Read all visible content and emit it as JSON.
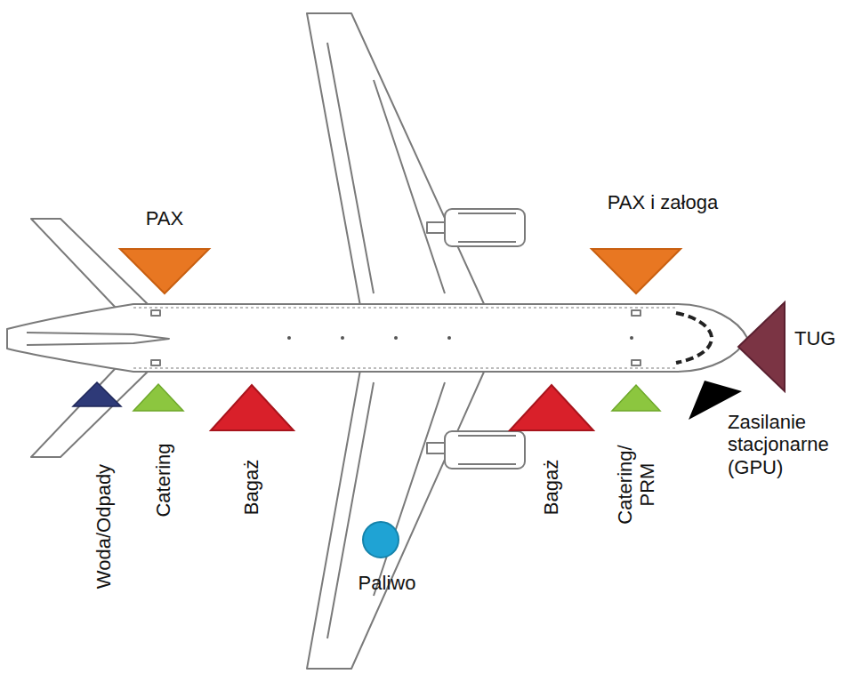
{
  "diagram": {
    "labels": [
      "PAX",
      "PAX i załoga",
      "TUG",
      "Zasilanie stacjonarne (GPU)",
      "Woda/Odpady",
      "Catering",
      "Bagaż",
      "Bagaż",
      "Catering/ PRM",
      "Paliwo"
    ]
  }
}
